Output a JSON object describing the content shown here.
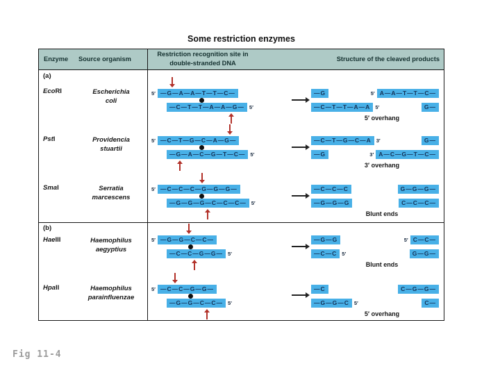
{
  "figure_label": "Fig 11-4",
  "title": "Some restriction enzymes",
  "header": {
    "enzyme": "Enzyme",
    "organism": "Source organism",
    "site_line1": "Restriction recognition site in",
    "site_line2": "double-stranded DNA",
    "products": "Structure of the cleaved products"
  },
  "section_a": "(a)",
  "section_b": "(b)",
  "colors": {
    "highlight_blue": "#48b0e7",
    "header_teal": "#aecac6",
    "cut_arrow_red": "#b23129",
    "sequence_text": "#133156"
  },
  "rows": [
    {
      "enzyme_italic": "Eco",
      "enzyme_roman": "RI",
      "organism1": "Escherichia",
      "organism2": "coli",
      "site_top_label": "5′",
      "site_top_seq": "—G—A—A—T—T—C—",
      "site_bottom_seq": "—C—T—T—A—A—G—",
      "site_bottom_label": "5′",
      "prod_tl_seq": "—G",
      "prod_tr_label": "5′",
      "prod_tr_seq": "A—A—T—T—C—",
      "prod_bl_seq": "—C—T—T—A—A",
      "prod_bl_label": "5′",
      "prod_br_seq": "G—",
      "caption": "5′ overhang"
    },
    {
      "enzyme_italic": "Pst",
      "enzyme_roman": "I",
      "organism1": "Providencia",
      "organism2": "stuartii",
      "site_top_label": "5′",
      "site_top_seq": "—C—T—G—C—A—G—",
      "site_bottom_seq": "—G—A—C—G—T—C—",
      "site_bottom_label": "5′",
      "prod_tl_seq": "—C—T—G—C—A",
      "prod_tl_label": "3′",
      "prod_tr_seq": "G—",
      "prod_bl_seq": "—G",
      "prod_br_label": "3′",
      "prod_br_seq": "A—C—G—T—C—",
      "caption": "3′ overhang"
    },
    {
      "enzyme_italic": "Sma",
      "enzyme_roman": "I",
      "organism1": "Serratia",
      "organism2": "marcescens",
      "site_top_label": "5′",
      "site_top_seq": "—C—C—C—G—G—G—",
      "site_bottom_seq": "—G—G—G—C—C—C—",
      "site_bottom_label": "5′",
      "prod_tl_seq": "—C—C—C",
      "prod_tr_seq": "G—G—G—",
      "prod_bl_seq": "—G—G—G",
      "prod_br_seq": "C—C—C—",
      "caption": "Blunt ends"
    },
    {
      "enzyme_italic": "Hae",
      "enzyme_roman": "III",
      "organism1": "Haemophilus",
      "organism2": "aegyptius",
      "site_top_label": "5′",
      "site_top_seq": "—G—G—C—C—",
      "site_bottom_seq": "—C—C—G—G—",
      "site_bottom_label": "5′",
      "prod_tl_seq": "—G—G",
      "prod_tr_label": "5′",
      "prod_tr_seq": "C—C—",
      "prod_bl_seq": "—C—C",
      "prod_bl_label": "5′",
      "prod_br_seq": "G—G—",
      "caption": "Blunt ends"
    },
    {
      "enzyme_italic": "Hpa",
      "enzyme_roman": "II",
      "organism1": "Haemophilus",
      "organism2": "parainfluenzae",
      "site_top_label": "5′",
      "site_top_seq": "—C—C—G—G—",
      "site_bottom_seq": "—G—G—C—C—",
      "site_bottom_label": "5′",
      "prod_tl_seq": "—C",
      "prod_tr_seq": "C—G—G—",
      "prod_bl_seq": "—G—G—C",
      "prod_bl_label": "5′",
      "prod_br_seq": "C—",
      "caption": "5′ overhang"
    }
  ]
}
